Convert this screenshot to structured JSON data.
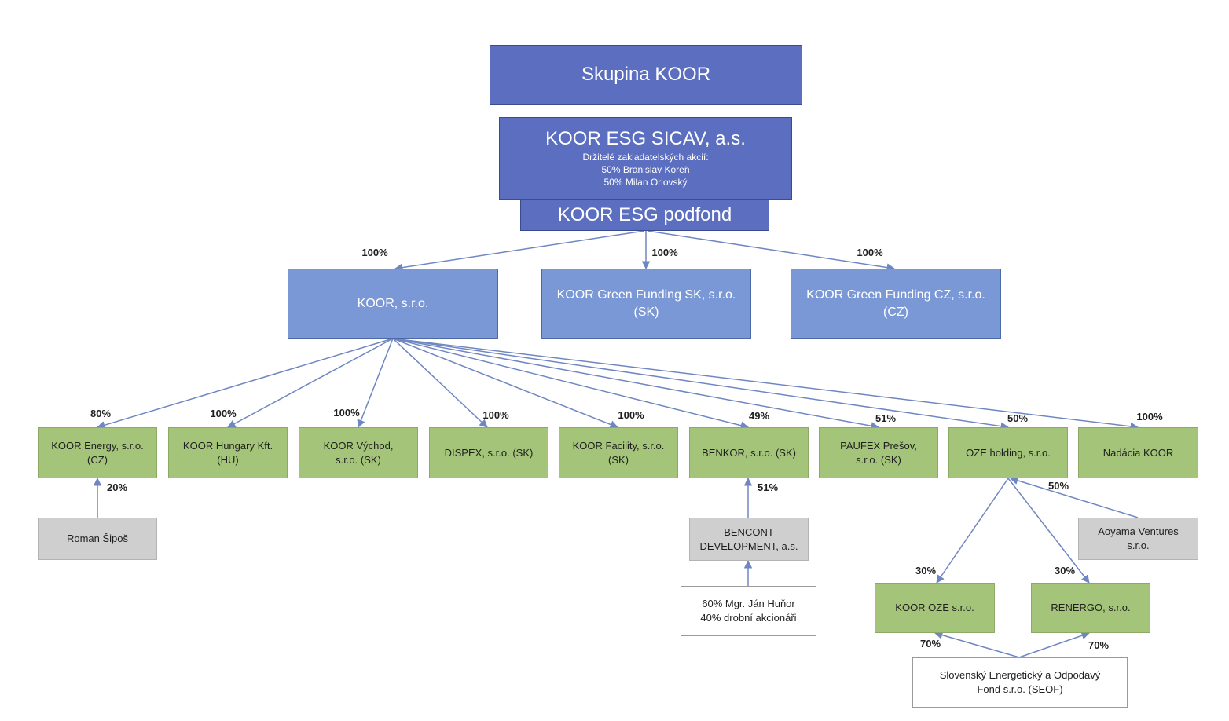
{
  "nodes": {
    "skupina": {
      "title": "Skupina KOOR"
    },
    "sicav": {
      "title": "KOOR ESG SICAV, a.s.",
      "line1": "Držitelé zakladatelských akcií:",
      "line2": "50% Branislav Koreň",
      "line3": "50% Milan Orlovský"
    },
    "podfond": {
      "title": "KOOR ESG podfond"
    },
    "koor": {
      "title": "KOOR, s.r.o."
    },
    "gf_sk": {
      "line1": "KOOR Green Funding SK, s.r.o.",
      "line2": "(SK)"
    },
    "gf_cz": {
      "line1": "KOOR Green Funding CZ, s.r.o.",
      "line2": "(CZ)"
    },
    "energy": {
      "line1": "KOOR Energy, s.r.o.",
      "line2": "(CZ)"
    },
    "hungary": {
      "line1": "KOOR Hungary Kft.",
      "line2": "(HU)"
    },
    "vychod": {
      "line1": "KOOR Východ,",
      "line2": "s.r.o. (SK)"
    },
    "dispex": {
      "line1": "DISPEX, s.r.o. (SK)"
    },
    "facility": {
      "line1": "KOOR Facility, s.r.o.",
      "line2": "(SK)"
    },
    "benkor": {
      "line1": "BENKOR, s.r.o. (SK)"
    },
    "paufex": {
      "line1": "PAUFEX Prešov,",
      "line2": "s.r.o. (SK)"
    },
    "oze": {
      "line1": "OZE holding, s.r.o."
    },
    "nadacia": {
      "line1": "Nadácia KOOR"
    },
    "siposs": {
      "line1": "Roman Šipoš"
    },
    "bencont": {
      "line1": "BENCONT",
      "line2": "DEVELOPMENT,  a.s."
    },
    "hunor": {
      "line1": "60% Mgr. Ján Huňor",
      "line2": "40% drobní akcionáři"
    },
    "aoyama": {
      "line1": "Aoyama Ventures",
      "line2": "s.r.o."
    },
    "koor_oze": {
      "line1": "KOOR OZE s.r.o."
    },
    "renergo": {
      "line1": "RENERGO,  s.r.o."
    },
    "seof": {
      "line1": "Slovenský Energetický a Odpodavý",
      "line2": "Fond s.r.o. (SEOF)"
    }
  },
  "percentages": {
    "koor": "100%",
    "gf_sk": "100%",
    "gf_cz": "100%",
    "energy": "80%",
    "hungary": "100%",
    "vychod": "100%",
    "dispex": "100%",
    "facility": "100%",
    "benkor": "49%",
    "paufex": "51%",
    "oze": "50%",
    "nadacia": "100%",
    "siposs_energy": "20%",
    "bencont_benkor": "51%",
    "aoyama_oze": "50%",
    "oze_koor_oze": "30%",
    "oze_renergo": "30%",
    "seof_koor_oze": "70%",
    "seof_renergo": "70%"
  },
  "colors": {
    "top_box": "#5b6ebf",
    "mid_box": "#7b98d6",
    "subsidiary_box": "#a4c47a",
    "external_box": "#cfcfcf",
    "connector": "#6f86c2"
  }
}
